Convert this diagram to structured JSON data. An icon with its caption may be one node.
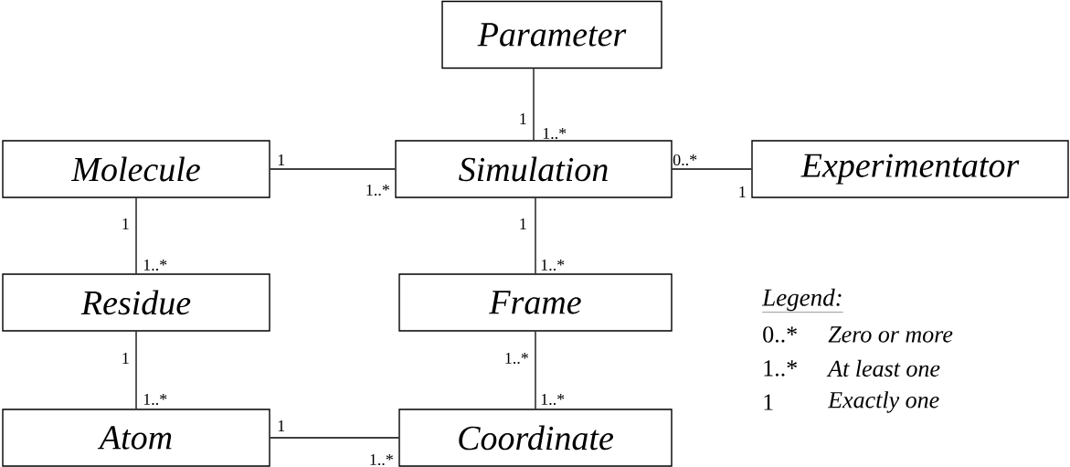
{
  "diagram": {
    "nodes": [
      {
        "text": [
          "Parameter"
        ]
      },
      {
        "text": [
          "Molecule"
        ]
      },
      {
        "text": [
          "Simulation"
        ]
      },
      {
        "text": [
          "Experimentator"
        ]
      },
      {
        "text": [
          "Residue"
        ]
      },
      {
        "text": [
          "Frame"
        ]
      },
      {
        "text": [
          "Atom"
        ]
      },
      {
        "text": [
          "Coordinate"
        ]
      }
    ],
    "edges": [
      {
        "from": 0,
        "to": 2,
        "arrow": "none"
      },
      {
        "from": 1,
        "to": 2,
        "arrow": "none"
      },
      {
        "from": 2,
        "to": 3,
        "arrow": "none"
      },
      {
        "from": 1,
        "to": 4,
        "arrow": "none"
      },
      {
        "from": 2,
        "to": 5,
        "arrow": "none"
      },
      {
        "from": 4,
        "to": 6,
        "arrow": "none"
      },
      {
        "from": 5,
        "to": 7,
        "arrow": "none"
      },
      {
        "from": 6,
        "to": 7,
        "arrow": "none"
      }
    ],
    "labels": [
      "1",
      "1..*",
      "1",
      "1..*",
      "0..*",
      "1",
      "1",
      "1..*",
      "1",
      "1..*",
      "1",
      "1..*",
      "1..*",
      "1..*",
      "1",
      "1..*",
      "Legend:",
      "0..*",
      "Zero or more",
      "1..*",
      "At least one",
      "1",
      "Exactly one"
    ]
  }
}
